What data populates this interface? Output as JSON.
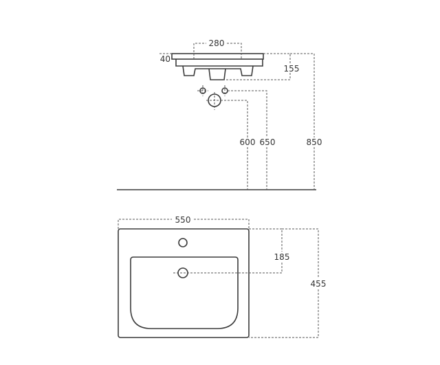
{
  "side_view": {
    "dim_tap_spacing": "280",
    "dim_rim_thickness": "40",
    "dim_basin_depth": "155",
    "dim_drain_height": "600",
    "dim_supply_height": "650",
    "dim_rim_height": "850"
  },
  "top_view": {
    "dim_width": "550",
    "dim_drain_offset": "185",
    "dim_depth": "455"
  }
}
